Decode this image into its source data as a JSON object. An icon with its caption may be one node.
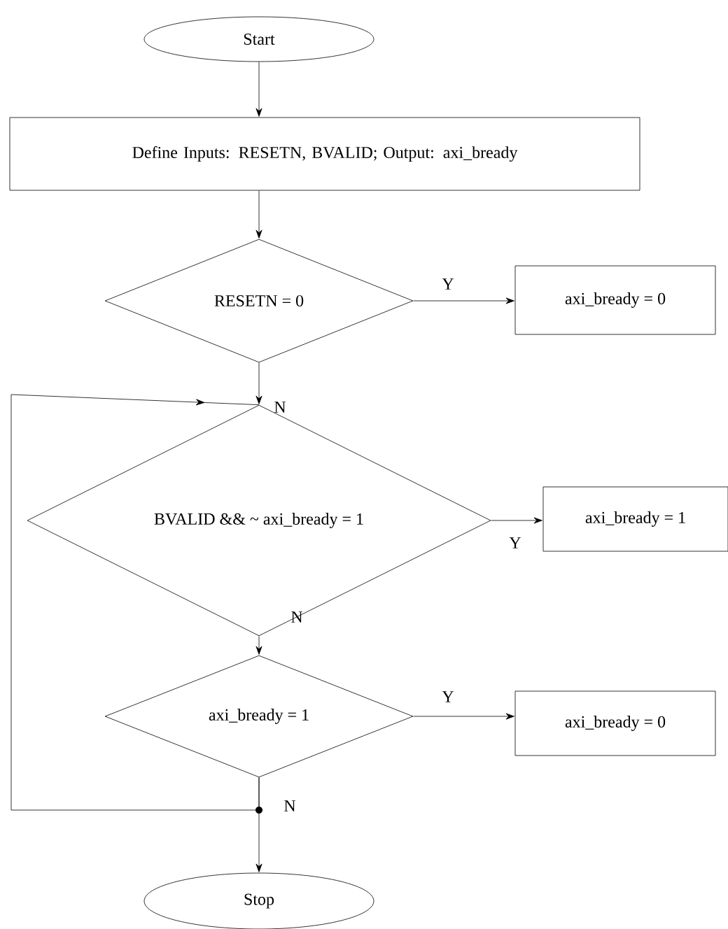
{
  "diagram": {
    "nodes": [
      {
        "text": [
          "Start"
        ]
      },
      {
        "text": [
          "Define Inputs:  RESETN, BVALID; Output: axi_bready"
        ]
      },
      {
        "text": [
          "RESETN = 0"
        ]
      },
      {
        "text": [
          "axi_bready = 0"
        ]
      },
      {
        "text": [
          "BVALID && ~ axi_bready = 1"
        ]
      },
      {
        "text": [
          "axi_bready = 1"
        ]
      },
      {
        "text": [
          "axi_bready = 1"
        ]
      },
      {
        "text": [
          "axi_bready = 0"
        ]
      },
      {
        "text": [
          "Stop"
        ]
      }
    ],
    "edges": [
      {
        "from": 0,
        "to": 1,
        "arrow": "to"
      },
      {
        "from": 1,
        "to": 2,
        "arrow": "to"
      },
      {
        "from": 2,
        "to": 3,
        "arrow": "to",
        "label": "Y"
      },
      {
        "from": 2,
        "to": 4,
        "arrow": "to",
        "label": "N"
      },
      {
        "from": 4,
        "to": 5,
        "arrow": "to",
        "label": "Y"
      },
      {
        "from": 4,
        "to": 6,
        "arrow": "to",
        "label": "N"
      },
      {
        "from": 6,
        "to": 7,
        "arrow": "to",
        "label": "Y"
      },
      {
        "from": 6,
        "to": 8,
        "arrow": "to",
        "label": "N"
      },
      {
        "from": 6,
        "to": 4,
        "arrow": "to"
      }
    ]
  }
}
